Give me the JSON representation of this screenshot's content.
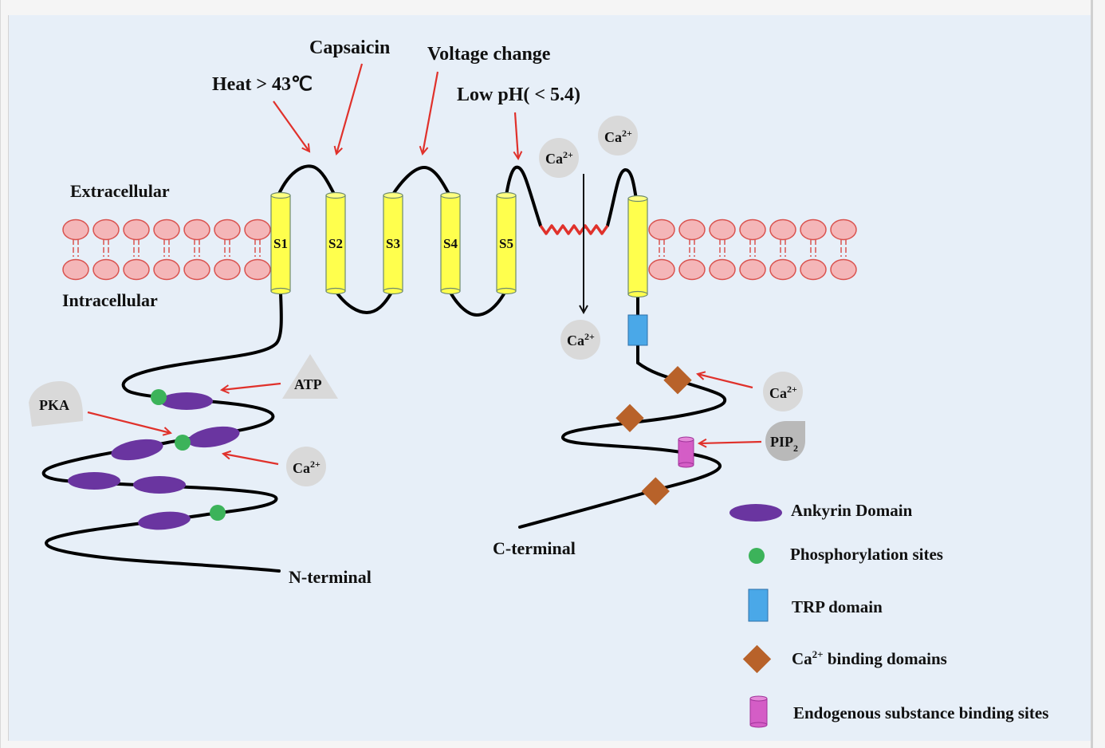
{
  "diagram": {
    "title": "TRPV1 channel structure and regulatory sites",
    "stimuli": {
      "heat": "Heat > 43℃",
      "capsaicin": "Capsaicin",
      "voltage": "Voltage change",
      "low_ph": "Low pH( < 5.4)"
    },
    "regions": {
      "extracellular": "Extracellular",
      "intracellular": "Intracellular",
      "n_terminal": "N-terminal",
      "c_terminal": "C-terminal"
    },
    "segments": [
      "S1",
      "S2",
      "S3",
      "S4",
      "S5",
      ""
    ],
    "ions": {
      "ca_base": "Ca",
      "ca_sup": "2+"
    },
    "regulators": {
      "atp": "ATP",
      "pka": "PKA",
      "pip2_base": "PIP",
      "pip2_sub": "2"
    },
    "legend": [
      {
        "symbol": "ankyrin-ellipse",
        "label": "Ankyrin Domain"
      },
      {
        "symbol": "phospho-dot",
        "label": "Phosphorylation sites"
      },
      {
        "symbol": "trp-rect",
        "label": "TRP domain"
      },
      {
        "symbol": "ca-diamond",
        "label_pre": "Ca",
        "label_sup": "2+",
        "label_post": " binding domains"
      },
      {
        "symbol": "cylinder",
        "label": "Endogenous substance binding sites"
      }
    ],
    "colors": {
      "background": "#e7eff8",
      "helix_fill": "#ffff4d",
      "lipid_fill": "#f4b6b8",
      "lipid_stroke": "#d9534f",
      "arrow": "#e0312b",
      "ankyrin": "#6a35a0",
      "phospho": "#3cb35a",
      "trp": "#4aa8e8",
      "ca_binding": "#b8622a",
      "endogenous": "#d45dc6",
      "ion_bubble": "#d9d9d9"
    }
  }
}
